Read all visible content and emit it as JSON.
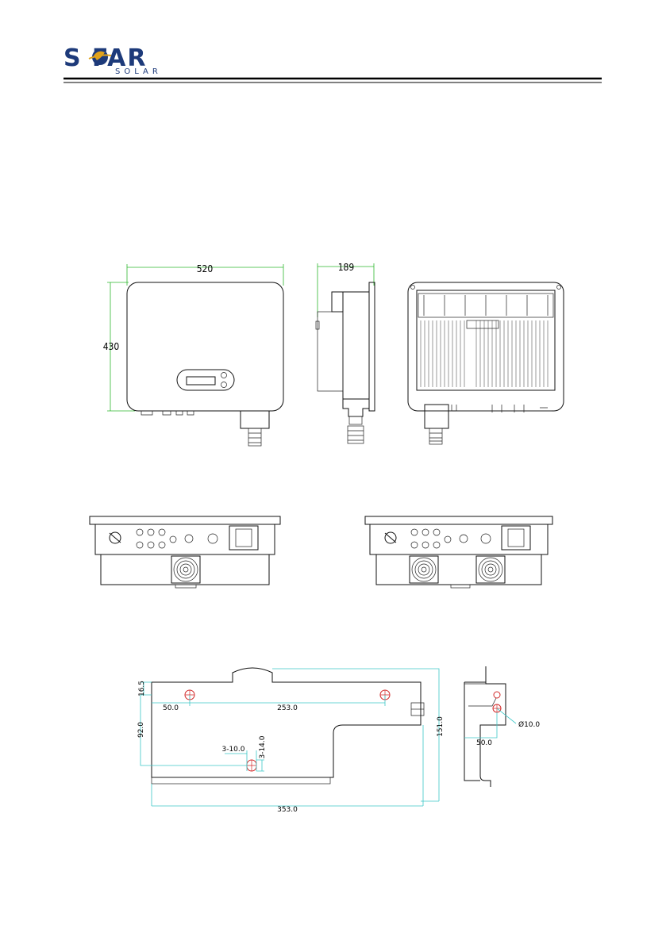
{
  "brand": {
    "logo_main": "S FAR",
    "logo_sub": "SOLAR"
  },
  "colors": {
    "brand_blue": "#1d3a7a",
    "brand_gold": "#e0a21c",
    "dimension_green": "#2eb82e",
    "dimension_cyan": "#3cc8c8",
    "hole_red": "#d22a2a"
  },
  "inverter_views": {
    "front": {
      "width_label": "520",
      "height_label": "430"
    },
    "side": {
      "depth_label": "189"
    }
  },
  "bracket": {
    "top_offset": "16.5",
    "left_hole_offset": "50.0",
    "hole_spacing": "253.0",
    "vertical_offset": "92.0",
    "slot_width": "3-10.0",
    "slot_height": "3-14.0",
    "total_height": "151.0",
    "total_width": "353.0",
    "side_offset": "50.0",
    "hole_diameter": "Ø10.0"
  }
}
